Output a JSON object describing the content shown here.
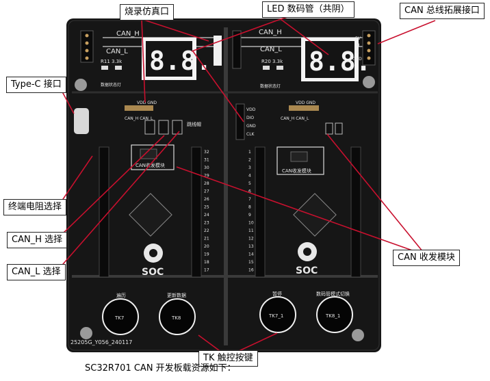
{
  "callouts": {
    "burn_port": "烧录仿真口",
    "led": "LED 数码管（共阴）",
    "can_ext": "CAN 总线拓展接口",
    "typec": "Type-C 接口",
    "term": "终端电阻选择",
    "canh_sel": "CAN_H 选择",
    "canl_sel": "CAN_L 选择",
    "can_mod": "CAN 收发模块",
    "tk": "TK 触控按键"
  },
  "caption": "SC32R701 CAN 开发板载资源如下：",
  "board": {
    "can_h": "CAN_H",
    "can_l": "CAN_L",
    "seg_left": "8.8.",
    "seg_right": "8.8.",
    "vdd_gnd": "VDD GND",
    "canh_canl": "CAN_H CAN_L",
    "ext_pins": [
      "5V",
      "H",
      "L",
      "GND"
    ],
    "swd_pins": [
      "VDD",
      "DIO",
      "GND",
      "CLK"
    ],
    "jumper_labels": "跳线帽",
    "module_label": "CAN收发模块",
    "logo_text": "SOC",
    "pads": [
      "遍历",
      "更新数据",
      "暂停",
      "数码管模式切换"
    ],
    "pad_ids": [
      "TK7",
      "TK8",
      "TK7_1",
      "TK8_1"
    ],
    "serial": "25205G_Y056_240117",
    "header_numbers": [
      "32",
      "31",
      "30",
      "29",
      "28",
      "27",
      "26",
      "25",
      "24",
      "23",
      "22",
      "21",
      "20",
      "19",
      "18",
      "17"
    ],
    "header_numbers_r": [
      "1",
      "2",
      "3",
      "4",
      "5",
      "6",
      "7",
      "8",
      "9",
      "10",
      "11",
      "12",
      "13",
      "14",
      "15",
      "16"
    ],
    "r_left": "R11 3.3k",
    "r_right": "R20 3.3k",
    "led_label_left": "数据状态灯",
    "led_label_right": "数据状态灯"
  }
}
